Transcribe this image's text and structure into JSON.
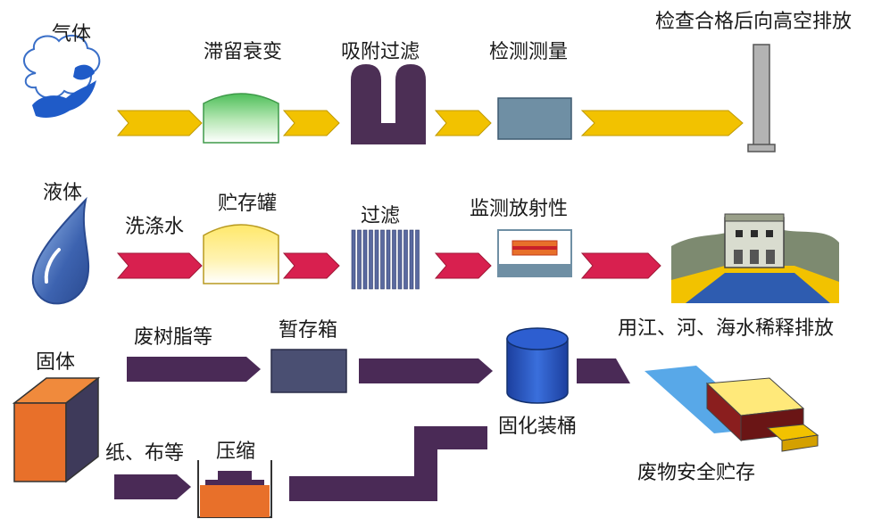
{
  "rows": {
    "gas": {
      "category": "气体",
      "steps": [
        "滞留衰变",
        "吸附过滤",
        "检测测量"
      ],
      "final": "检查合格后向高空排放"
    },
    "liquid": {
      "category": "液体",
      "source": "洗涤水",
      "steps": [
        "贮存罐",
        "过滤",
        "监测放射性"
      ],
      "final": "用江、河、海水稀释排放"
    },
    "solid": {
      "category": "固体",
      "upper_source": "废树脂等",
      "upper_step": "暂存箱",
      "lower_source": "纸、布等",
      "lower_step": "压缩",
      "converge": "固化装桶",
      "final": "废物安全贮存"
    }
  },
  "colors": {
    "gas_arrow": "#f2c200",
    "liquid_arrow": "#d8204f",
    "solid_arrow": "#4a2a56",
    "tank_green": "#4cbf5c",
    "filter_purple": "#4c2f55",
    "meter_teal": "#6f8fa4",
    "drop_blue": "#3d63b0",
    "cube_orange": "#e8702a",
    "barrel_blue": "#1f50b8"
  }
}
